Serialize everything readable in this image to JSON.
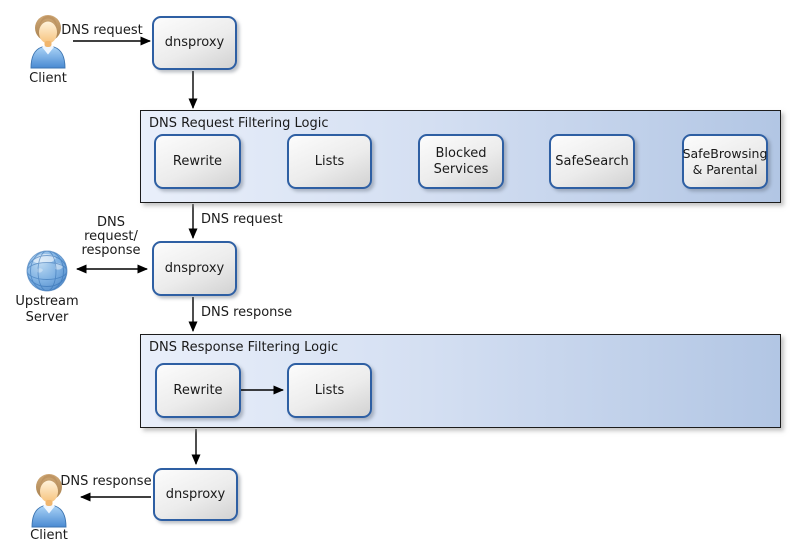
{
  "diagram": {
    "nodes": {
      "client_top": {
        "label": "Client",
        "icon": "person-icon"
      },
      "dnsproxy_1": {
        "label": "dnsproxy"
      },
      "dnsproxy_2": {
        "label": "dnsproxy"
      },
      "dnsproxy_3": {
        "label": "dnsproxy"
      },
      "upstream": {
        "label": "Upstream Server",
        "icon": "globe-icon"
      },
      "client_bottom": {
        "label": "Client",
        "icon": "person-icon"
      }
    },
    "containers": [
      {
        "title": "DNS Request Filtering Logic",
        "boxes": [
          {
            "label": "Rewrite"
          },
          {
            "label": "Lists"
          },
          {
            "label": "Blocked Services"
          },
          {
            "label": "SafeSearch"
          },
          {
            "label": "SafeBrowsing & Parental"
          }
        ]
      },
      {
        "title": "DNS Response Filtering Logic",
        "boxes": [
          {
            "label": "Rewrite"
          },
          {
            "label": "Lists"
          }
        ]
      }
    ],
    "edge_labels": {
      "client_request": "DNS request",
      "filtered_request": "DNS request",
      "upstream_exchange": "DNS request/ response",
      "dns_response": "DNS response",
      "client_response": "DNS response"
    },
    "colors": {
      "box_border": "#2e5fa3",
      "container_left": "#e9effa",
      "container_right": "#b2c6e4",
      "arrow": "#000000"
    }
  }
}
